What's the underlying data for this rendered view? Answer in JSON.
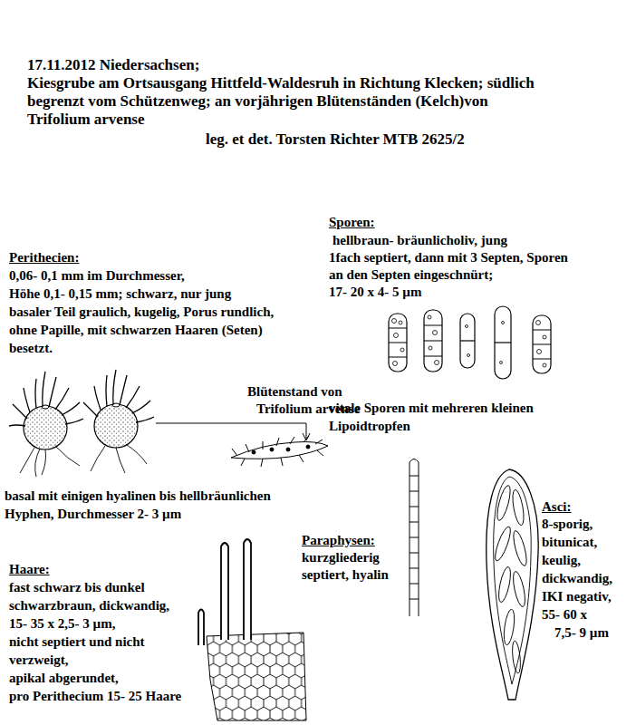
{
  "diagram": {
    "labels": [
      "17.11.2012 Niedersachsen;",
      "Kiesgrube am Ortsausgang Hittfeld-Waldesruh in Richtung Klecken; südlich",
      "begrenzt vom Schützenweg; an vorjährigen Blütenständen (Kelch)von",
      "Trifolium arvense",
      "leg. et det. Torsten Richter MTB 2625/2",
      "Sporen:",
      "hellbraun- bräunlicholiv, jung",
      "1fach septiert, dann mit 3 Septen, Sporen",
      "an den Septen eingeschnürt;",
      "17- 20 x 4- 5 µm",
      "Perithecien:",
      "0,06- 0,1 mm im Durchmesser,",
      "Höhe 0,1- 0,15 mm; schwarz, nur jung",
      "basaler Teil graulich, kugelig, Porus rundlich,",
      "ohne Papille, mit schwarzen Haaren (Seten)",
      "besetzt.",
      "Blütenstand von",
      "Trifolium arvense",
      "vitale Sporen mit mehreren kleinen",
      "Lipoidtropfen",
      "basal mit einigen hyalinen bis hellbräunlichen",
      "Hyphen, Durchmesser 2- 3 µm",
      "Paraphysen:",
      "kurzgliederig",
      "septiert, hyalin",
      "Asci:",
      "8-sporig,",
      "bitunicat,",
      "keulig,",
      "dickwandig,",
      "IKI negativ,",
      "55- 60 x",
      "7,5- 9 µm",
      "Haare:",
      "fast schwarz bis dunkel",
      "schwarzbraun, dickwandig,",
      "15- 35 x 2,5- 3 µm,",
      "nicht septiert und nicht",
      "verzweigt,",
      "apikal abgerundet,",
      "pro Perithecium 15- 25 Haare"
    ]
  }
}
